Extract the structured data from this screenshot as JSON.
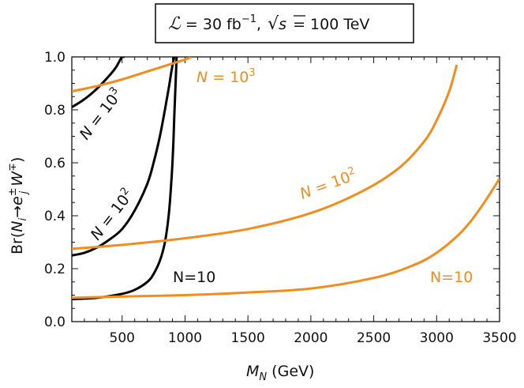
{
  "chart_data": {
    "type": "line",
    "title_parts": {
      "lumi_symbol": "ℒ",
      "lumi_value": " = 30 fb",
      "lumi_exp": "−1",
      "sep": ", ",
      "sqrt_arg": "s",
      "energy": " = 100 TeV"
    },
    "xlabel": {
      "main": "M",
      "sub": "N",
      "unit": " (GeV)"
    },
    "ylabel": {
      "pre": "Br(",
      "n": "N",
      "nsub": "i",
      "arrow": "→",
      "e": "e",
      "esup": "±",
      "esub": "j",
      "w": " W",
      "wsup": "∓",
      "post": ")"
    },
    "xlim": [
      100,
      3500
    ],
    "ylim": [
      0,
      1
    ],
    "xticks": [
      500,
      1000,
      1500,
      2000,
      2500,
      3000,
      3500
    ],
    "xtick_labels": [
      "500",
      "1000",
      "1500",
      "2000",
      "2500",
      "3000",
      "3500"
    ],
    "yticks": [
      0,
      0.2,
      0.4,
      0.6,
      0.8,
      1.0
    ],
    "ytick_labels": [
      "0.0",
      "0.2",
      "0.4",
      "0.6",
      "0.8",
      "1.0"
    ],
    "grid": false,
    "series": [
      {
        "color": "#000000",
        "label_base": "N=10",
        "label_exp": "",
        "x": [
          100,
          300,
          500,
          600,
          700,
          750,
          800,
          840,
          870,
          890,
          905,
          915,
          925,
          933
        ],
        "y": [
          0.085,
          0.09,
          0.105,
          0.12,
          0.15,
          0.18,
          0.23,
          0.3,
          0.4,
          0.52,
          0.65,
          0.78,
          0.9,
          1.0
        ]
      },
      {
        "color": "#000000",
        "label_base": "N = 10",
        "label_exp": "2",
        "x": [
          100,
          200,
          300,
          400,
          500,
          600,
          700,
          750,
          800,
          840,
          870,
          890,
          905,
          915
        ],
        "y": [
          0.25,
          0.26,
          0.28,
          0.31,
          0.35,
          0.42,
          0.52,
          0.6,
          0.7,
          0.8,
          0.88,
          0.94,
          0.98,
          1.0
        ]
      },
      {
        "color": "#000000",
        "label_base": "N = 10",
        "label_exp": "3",
        "x": [
          100,
          200,
          300,
          400,
          450,
          480,
          500,
          520
        ],
        "y": [
          0.81,
          0.84,
          0.88,
          0.93,
          0.96,
          0.985,
          1.0,
          1.0
        ]
      },
      {
        "color": "#f28c1c",
        "label_base": "N=10",
        "label_exp": "",
        "x": [
          100,
          500,
          1000,
          1500,
          2000,
          2500,
          2800,
          3000,
          3200,
          3350,
          3500
        ],
        "y": [
          0.09,
          0.095,
          0.1,
          0.11,
          0.125,
          0.165,
          0.21,
          0.26,
          0.34,
          0.43,
          0.54
        ]
      },
      {
        "color": "#f28c1c",
        "label_base": "N = 10",
        "label_exp": "2",
        "x": [
          100,
          500,
          1000,
          1500,
          2000,
          2400,
          2700,
          2900,
          3000,
          3100,
          3160
        ],
        "y": [
          0.275,
          0.29,
          0.315,
          0.35,
          0.41,
          0.49,
          0.58,
          0.68,
          0.76,
          0.87,
          0.97
        ]
      },
      {
        "color": "#f28c1c",
        "label_base": "N = 10",
        "label_exp": "3",
        "x": [
          100,
          300,
          500,
          700,
          900,
          1000,
          1050
        ],
        "y": [
          0.87,
          0.89,
          0.915,
          0.945,
          0.975,
          0.99,
          1.0
        ]
      }
    ]
  }
}
